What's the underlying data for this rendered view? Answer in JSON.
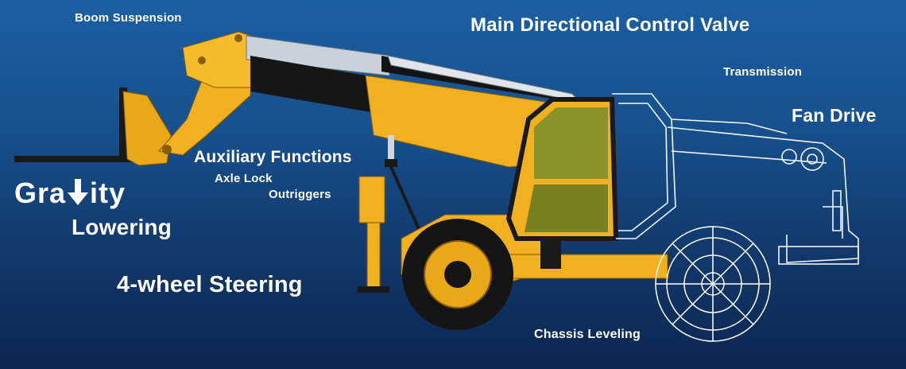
{
  "labels": {
    "boom_suspension": "Boom Suspension",
    "main_valve": "Main Directional Control Valve",
    "transmission": "Transmission",
    "fan_drive": "Fan Drive",
    "auxiliary_functions": "Auxiliary Functions",
    "axle_lock": "Axle Lock",
    "outriggers": "Outriggers",
    "gravity_prefix": "Gra",
    "gravity_suffix": "ity",
    "lowering": "Lowering",
    "four_wheel_steering": "4-wheel Steering",
    "chassis_leveling": "Chassis Leveling"
  },
  "colors": {
    "background_top": "#1b5fa3",
    "background_bottom": "#0c2650",
    "machine_yellow": "#f0b020",
    "wireframe": "#ffffff"
  },
  "icons": [
    "down-arrow-icon"
  ]
}
